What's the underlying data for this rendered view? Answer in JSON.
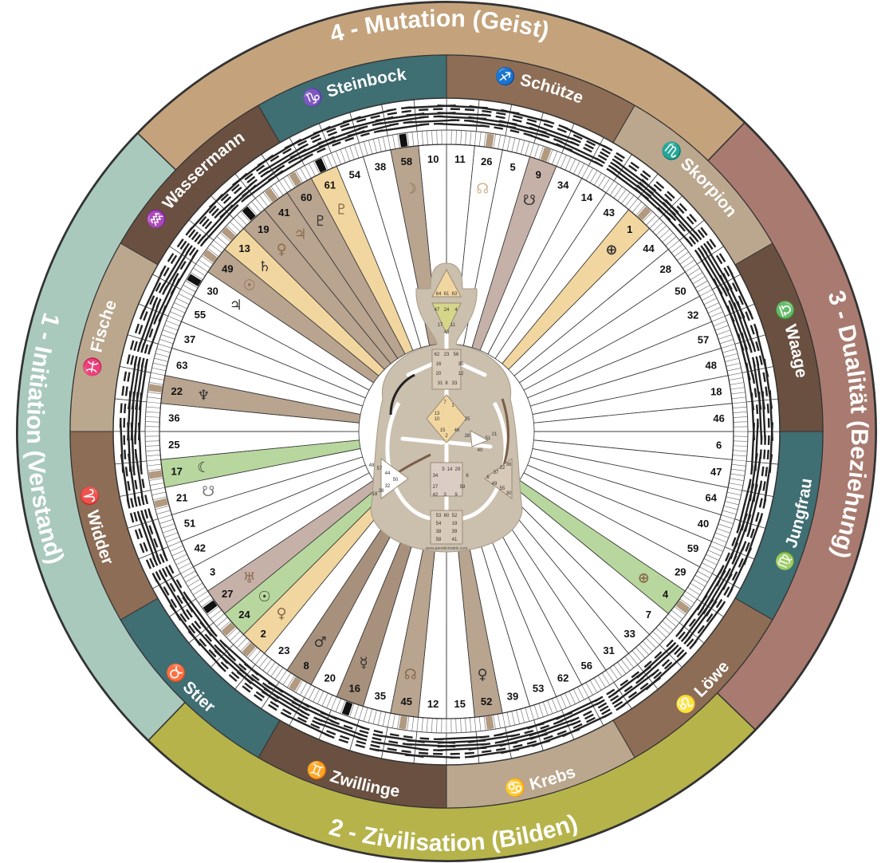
{
  "quarters": [
    {
      "label": "4 - Mutation (Geist)",
      "color": "#c4a37c"
    },
    {
      "label": "3 - Dualität (Beziehung)",
      "color": "#a97b70"
    },
    {
      "label": "2 - Zivilisation (Bilden)",
      "color": "#b6b34b"
    },
    {
      "label": "1 - Initiation (Verstand)",
      "color": "#a9c9bd"
    }
  ],
  "signs": [
    {
      "name": "Steinbock",
      "glyph": "♑",
      "color": "#3f6e73"
    },
    {
      "name": "Schütze",
      "glyph": "♐",
      "color": "#8d6d55"
    },
    {
      "name": "Skorpion",
      "glyph": "♏",
      "color": "#bba78d"
    },
    {
      "name": "Waage",
      "glyph": "♎",
      "color": "#6a5040"
    },
    {
      "name": "Jungfrau",
      "glyph": "♍",
      "color": "#3f6e73"
    },
    {
      "name": "Löwe",
      "glyph": "♌",
      "color": "#8d6d55"
    },
    {
      "name": "Krebs",
      "glyph": "♋",
      "color": "#bba78d"
    },
    {
      "name": "Zwillinge",
      "glyph": "♊",
      "color": "#6a5040"
    },
    {
      "name": "Stier",
      "glyph": "♉",
      "color": "#3f6e73"
    },
    {
      "name": "Widder",
      "glyph": "♈",
      "color": "#8d6d55"
    },
    {
      "name": "Fische",
      "glyph": "♓",
      "color": "#bba78d"
    },
    {
      "name": "Wassermann",
      "glyph": "♒",
      "color": "#6a5040"
    }
  ],
  "gates": [
    "10",
    "11",
    "26",
    "5",
    "9",
    "34",
    "14",
    "43",
    "1",
    "44",
    "28",
    "50",
    "32",
    "57",
    "48",
    "18",
    "46",
    "6",
    "47",
    "64",
    "40",
    "59",
    "29",
    "4",
    "7",
    "33",
    "31",
    "56",
    "62",
    "53",
    "39",
    "52",
    "15",
    "12",
    "45",
    "35",
    "16",
    "20",
    "8",
    "23",
    "2",
    "24",
    "27",
    "3",
    "42",
    "51",
    "21",
    "17",
    "25",
    "36",
    "22",
    "63",
    "37",
    "55",
    "30",
    "49",
    "13",
    "19",
    "41",
    "60",
    "61",
    "54",
    "38",
    "58"
  ],
  "wedges": [
    {
      "gate": "58",
      "color": "#b8a48f"
    },
    {
      "gate": "26",
      "color": "#ffffff"
    },
    {
      "gate": "9",
      "color": "#c6b1a9"
    },
    {
      "gate": "1",
      "color": "#f2d6a0"
    },
    {
      "gate": "4",
      "color": "#b8d79e"
    },
    {
      "gate": "52",
      "color": "#b8a48f"
    },
    {
      "gate": "45",
      "color": "#b8a48f"
    },
    {
      "gate": "16",
      "color": "#a8917c"
    },
    {
      "gate": "8",
      "color": "#a8917c"
    },
    {
      "gate": "2",
      "color": "#f2d6a0"
    },
    {
      "gate": "24",
      "color": "#b8d79e"
    },
    {
      "gate": "27",
      "color": "#c6b1a9"
    },
    {
      "gate": "17",
      "color": "#b8d79e"
    },
    {
      "gate": "22",
      "color": "#b8a48f"
    },
    {
      "gate": "30",
      "color": "#ffffff"
    },
    {
      "gate": "49",
      "color": "#b8a48f"
    },
    {
      "gate": "13",
      "color": "#f2d6a0"
    },
    {
      "gate": "19",
      "color": "#b8a48f"
    },
    {
      "gate": "41",
      "color": "#b8a48f"
    },
    {
      "gate": "60",
      "color": "#b8a48f"
    },
    {
      "gate": "61",
      "color": "#f2d6a0"
    }
  ],
  "planets": [
    {
      "gate": "58",
      "glyph": "☽",
      "color": "#8a6a4e"
    },
    {
      "gate": "26",
      "glyph": "☊",
      "color": "#d2b48c"
    },
    {
      "gate": "9",
      "glyph": "☋",
      "color": "#333333"
    },
    {
      "gate": "1",
      "glyph": "⊕",
      "color": "#333333"
    },
    {
      "gate": "4",
      "glyph": "⊕",
      "color": "#8a6a4e"
    },
    {
      "gate": "52",
      "glyph": "♀",
      "color": "#333333"
    },
    {
      "gate": "45",
      "glyph": "☊",
      "color": "#8a6a4e"
    },
    {
      "gate": "16",
      "glyph": "☿",
      "color": "#333333"
    },
    {
      "gate": "8",
      "glyph": "♂",
      "color": "#333333"
    },
    {
      "gate": "2",
      "glyph": "♀",
      "color": "#8a6a4e"
    },
    {
      "gate": "24",
      "glyph": "☉",
      "color": "#333333"
    },
    {
      "gate": "27",
      "glyph": "♅",
      "color": "#8a6a4e"
    },
    {
      "gate": "17",
      "glyph": "☾",
      "color": "#333333"
    },
    {
      "gate": "21",
      "glyph": "☋",
      "color": "#777777"
    },
    {
      "gate": "22",
      "glyph": "♆",
      "color": "#333333"
    },
    {
      "gate": "30",
      "glyph": "♃",
      "color": "#333333"
    },
    {
      "gate": "49",
      "glyph": "☉",
      "color": "#8a6a4e"
    },
    {
      "gate": "13",
      "glyph": "♄",
      "color": "#333333"
    },
    {
      "gate": "19",
      "glyph": "♀",
      "color": "#8a6a4e"
    },
    {
      "gate": "41",
      "glyph": "♃",
      "color": "#8a6a4e"
    },
    {
      "gate": "60",
      "glyph": "♇",
      "color": "#333333"
    },
    {
      "gate": "61",
      "glyph": "♇",
      "color": "#8a6a4e"
    }
  ],
  "bodygraph": {
    "credit": "www.geneticmatrix.com",
    "head_gates": [
      "64",
      "61",
      "63"
    ],
    "ajna_gates": [
      "47",
      "24",
      "4",
      "17",
      "11",
      "43"
    ],
    "throat_gates": [
      "62",
      "23",
      "56",
      "16",
      "35",
      "20",
      "12",
      "31",
      "8",
      "33"
    ],
    "g_gates": [
      "7",
      "1",
      "13",
      "10",
      "25",
      "15",
      "2",
      "46"
    ],
    "heart_gates": [
      "21",
      "51",
      "26",
      "40"
    ],
    "spleen_gates": [
      "48",
      "57",
      "44",
      "50",
      "32",
      "28",
      "18"
    ],
    "sacral_gates": [
      "5",
      "14",
      "29",
      "34",
      "27",
      "42",
      "3",
      "9",
      "59",
      "6"
    ],
    "solar_gates": [
      "36",
      "22",
      "37",
      "6",
      "49",
      "55",
      "30"
    ],
    "root_gates": [
      "53",
      "60",
      "52",
      "54",
      "19",
      "38",
      "39",
      "58",
      "41"
    ]
  }
}
